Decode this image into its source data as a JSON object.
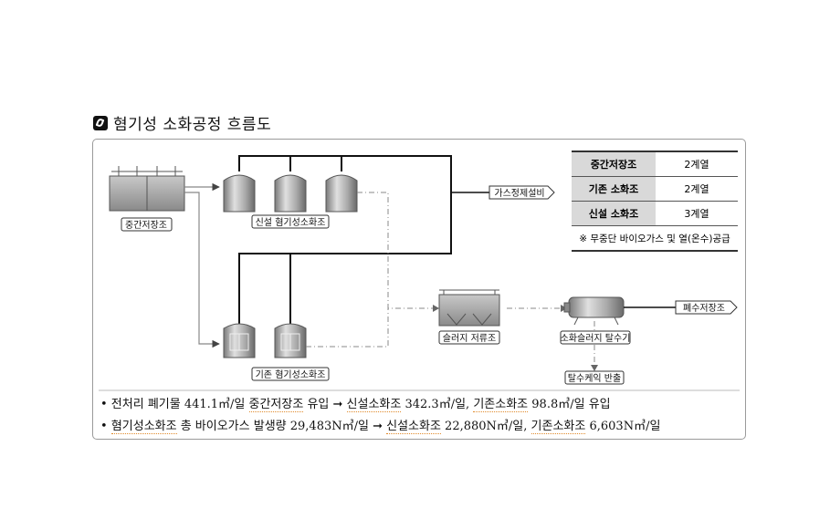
{
  "title": "혐기성 소화공정 흐름도",
  "labels": {
    "storage": "중간저장조",
    "new_digesters": "신설 혐기성소화조",
    "old_digesters": "기존 혐기성소화조",
    "gas": "가스정제설비",
    "sludge_tank": "슬러지 저류조",
    "dewatering": "소화슬러지 탈수기",
    "cake": "탈수케익 반출",
    "wastewater": "폐수저장조"
  },
  "table": {
    "rows": [
      {
        "key": "중간저장조",
        "value": "2계열"
      },
      {
        "key": "기존 소화조",
        "value": "2계열"
      },
      {
        "key": "신설 소화조",
        "value": "3계열"
      }
    ],
    "note": "※ 무중단 바이오가스 및 열(온수)공급"
  },
  "bullets": {
    "b1": {
      "a": "• 전처리 폐기물 441.1㎥/일 ",
      "b": "중간저장조",
      "c": " 유입 ➞ ",
      "d": "신설소화조",
      "e": " 342.3㎥/일, ",
      "f": "기존소화조",
      "g": " 98.8㎥/일 유입"
    },
    "b2": {
      "a": "• ",
      "b": "혐기성소화조",
      "c": " 총 바이오가스 발생량 29,483N㎥/일 ➞ ",
      "d": "신설소화조",
      "e": " 22,880N㎥/일, ",
      "f": "기존소화조",
      "g": " 6,603N㎥/일"
    }
  }
}
